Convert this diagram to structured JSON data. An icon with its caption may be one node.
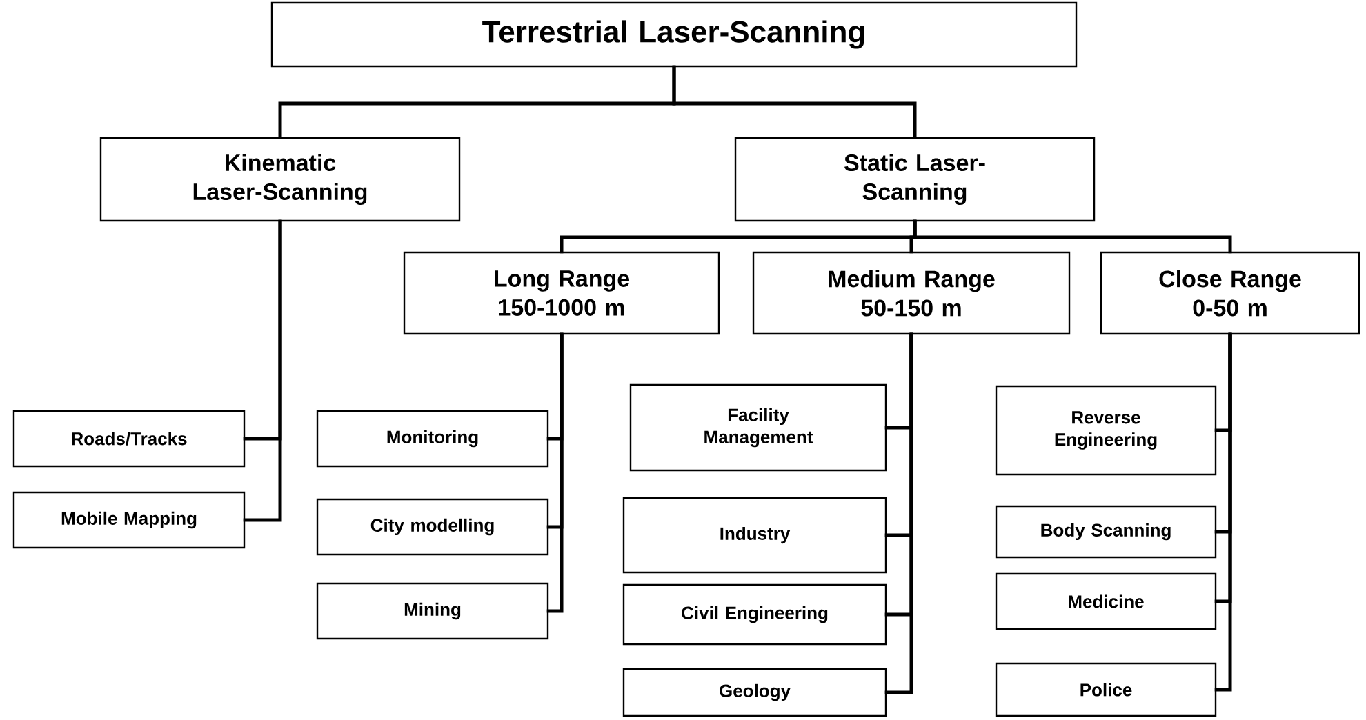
{
  "diagram": {
    "nodes": [
      {
        "text": [
          "Terrestrial Laser-Scanning"
        ]
      },
      {
        "text": [
          "Kinematic Laser-Scanning"
        ]
      },
      {
        "text": [
          "Static Laser-Scanning"
        ]
      },
      {
        "text": [
          "Long Range 150-1000 m"
        ]
      },
      {
        "text": [
          "Medium Range 50-150 m"
        ]
      },
      {
        "text": [
          "Close Range 0-50 m"
        ]
      },
      {
        "text": [
          "Roads/Tracks"
        ]
      },
      {
        "text": [
          "Mobile Mapping"
        ]
      },
      {
        "text": [
          "Monitoring"
        ]
      },
      {
        "text": [
          "City modelling"
        ]
      },
      {
        "text": [
          "Mining"
        ]
      },
      {
        "text": [
          "Facility Management"
        ]
      },
      {
        "text": [
          "Industry"
        ]
      },
      {
        "text": [
          "Civil Engineering"
        ]
      },
      {
        "text": [
          "Geology"
        ]
      },
      {
        "text": [
          "Reverse Engineering"
        ]
      },
      {
        "text": [
          "Body Scanning"
        ]
      },
      {
        "text": [
          "Medicine"
        ]
      },
      {
        "text": [
          "Police"
        ]
      }
    ],
    "edges": [
      {
        "from": 0,
        "to": 1,
        "arrow": "none"
      },
      {
        "from": 0,
        "to": 2,
        "arrow": "none"
      },
      {
        "from": 2,
        "to": 3,
        "arrow": "none"
      },
      {
        "from": 2,
        "to": 4,
        "arrow": "none"
      },
      {
        "from": 2,
        "to": 5,
        "arrow": "none"
      },
      {
        "from": 1,
        "to": 6,
        "arrow": "none"
      },
      {
        "from": 1,
        "to": 7,
        "arrow": "none"
      },
      {
        "from": 3,
        "to": 8,
        "arrow": "none"
      },
      {
        "from": 3,
        "to": 9,
        "arrow": "none"
      },
      {
        "from": 3,
        "to": 10,
        "arrow": "none"
      },
      {
        "from": 4,
        "to": 11,
        "arrow": "none"
      },
      {
        "from": 4,
        "to": 12,
        "arrow": "none"
      },
      {
        "from": 4,
        "to": 13,
        "arrow": "none"
      },
      {
        "from": 4,
        "to": 14,
        "arrow": "none"
      },
      {
        "from": 5,
        "to": 15,
        "arrow": "none"
      },
      {
        "from": 5,
        "to": 16,
        "arrow": "none"
      },
      {
        "from": 5,
        "to": 17,
        "arrow": "none"
      },
      {
        "from": 5,
        "to": 18,
        "arrow": "none"
      }
    ]
  }
}
